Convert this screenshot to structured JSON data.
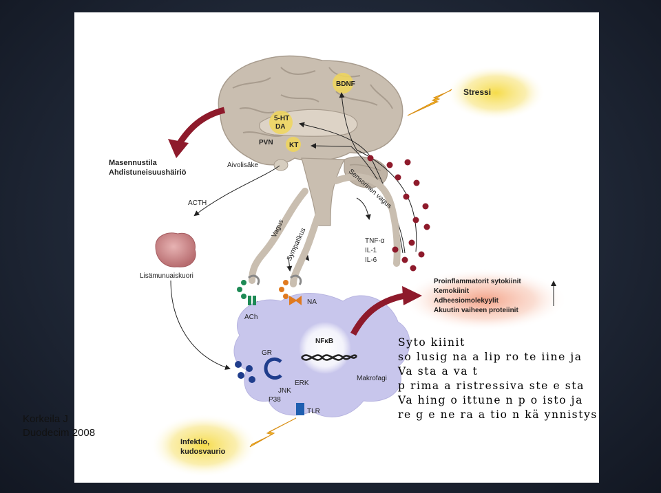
{
  "diagram": {
    "brain": {
      "bdnf": "BDNF",
      "stress": "Stressi",
      "ht5": "5-HT",
      "da": "DA",
      "pvn": "PVN",
      "kt": "KT",
      "pituitary": "Aivolisäke",
      "depression_1": "Masennustila",
      "depression_2": "Ahdistuneisuushäiriö",
      "acth": "ACTH",
      "adrenal": "Lisämunuaiskuori"
    },
    "nerves": {
      "vagus": "Vagus",
      "sympathetic": "Sympatikus",
      "sensory_vagus": "Sensorinen vagus"
    },
    "cytokines": [
      "TNF-α",
      "IL-1",
      "IL-6"
    ],
    "macrophage": {
      "ach": "ACh",
      "na": "NA",
      "nfkb": "NFκB",
      "gr": "GR",
      "jnk": "JNK",
      "erk": "ERK",
      "p38": "P38",
      "tlr": "TLR",
      "label": "Makrofagi"
    },
    "outputs": [
      "Proinflammatorit sytokiinit",
      "Kemokiinit",
      "Adheesiomolekyylit",
      "Akuutin vaiheen proteiinit"
    ],
    "infection_1": "Infektio,",
    "infection_2": "kudosvaurio"
  },
  "credit": {
    "line1": "Korkeila J",
    "line2": "Duodecim 2008"
  },
  "notes": [
    "Syto kiinit",
    "so lusig na a lip ro te iine ja",
    "Va sta a va t",
    "p rima a ristressiva ste e sta",
    "Va hing o ittune n p o isto ja",
    "re g e ne ra a tio n kä ynnistys"
  ],
  "colors": {
    "brain": "#c8bcae",
    "macrophage": "#c7c6ec",
    "dark_red": "#8e1a2b",
    "glow": "#f4d64a",
    "ach_green": "#1e8a55",
    "na_orange": "#e07a1f",
    "gr_blue": "#1f3d8c"
  }
}
